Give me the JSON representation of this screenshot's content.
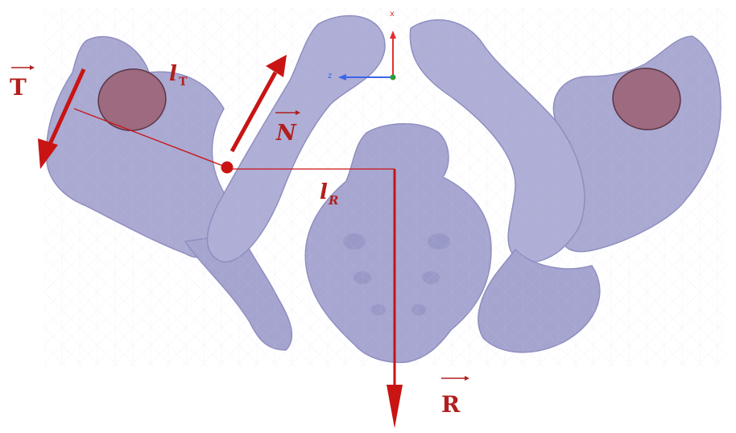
{
  "labels": {
    "force_T": "T",
    "force_N": "N",
    "force_R": "R",
    "lever_T_main": "l",
    "lever_T_sub": "T",
    "lever_R_main": "l",
    "lever_R_sub": "R"
  },
  "axis_triad": {
    "x_label": "x",
    "z_label": "z"
  },
  "colors": {
    "bone": "#a9a9d2",
    "bone_edge": "#8e8ec0",
    "mesh": "#c7c7e6",
    "socket": "#9b5f72",
    "force": "#c91414",
    "label": "#b11f1f",
    "axis_x": "#e23030",
    "axis_z": "#3a66e8",
    "origin": "#2c9a3a"
  }
}
